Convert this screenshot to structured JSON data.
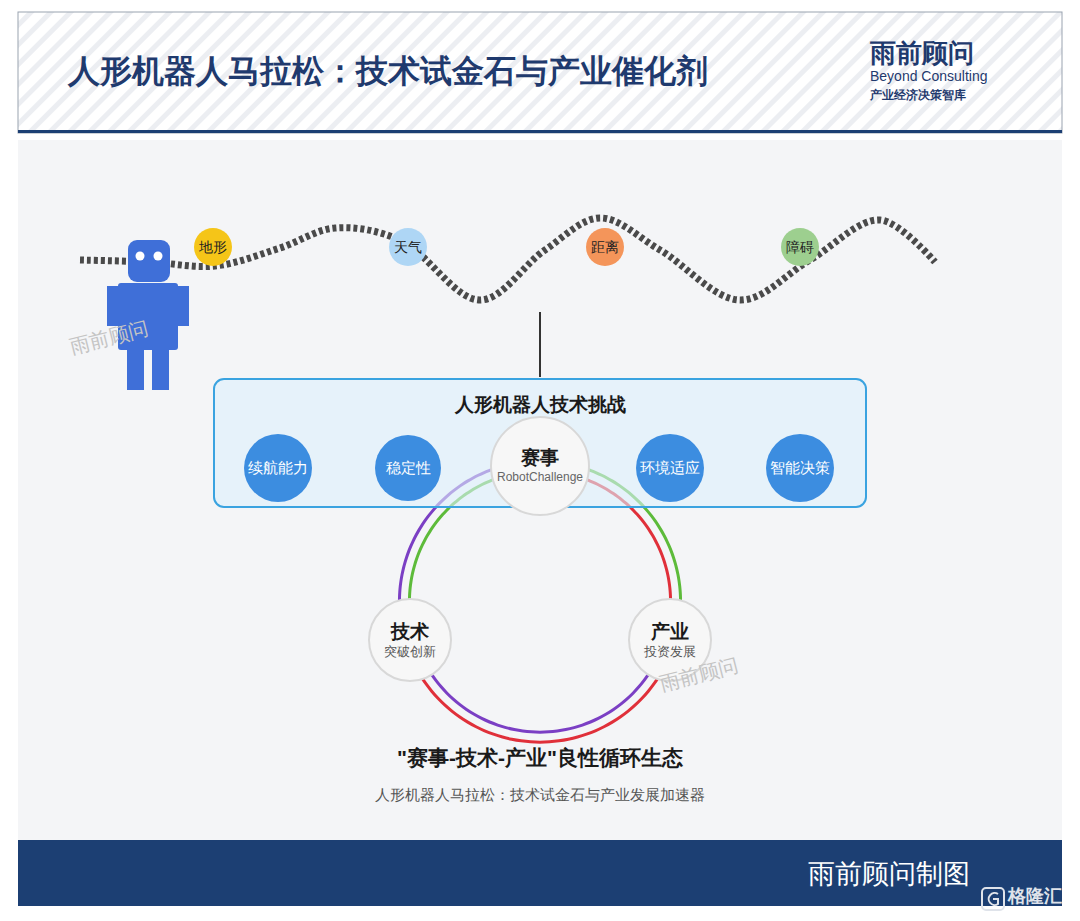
{
  "diagram": {
    "title": "人形机器人马拉松：技术试金石与产业催化剂",
    "caption": "\"赛事-技术-产业\"良性循环生态",
    "nodes": [
      {
        "text": [
          "地形"
        ]
      },
      {
        "text": [
          "天气"
        ]
      },
      {
        "text": [
          "距离"
        ]
      },
      {
        "text": [
          "障碍"
        ]
      },
      {
        "text": [
          "人形机器人技术挑战"
        ]
      },
      {
        "text": [
          "续航能力"
        ],
        "in": 4
      },
      {
        "text": [
          "稳定性"
        ],
        "in": 4
      },
      {
        "text": [
          "环境适应"
        ],
        "in": 4
      },
      {
        "text": [
          "智能决策"
        ],
        "in": 4
      },
      {
        "text": [
          "赛事",
          "RobotChallenge"
        ]
      },
      {
        "text": [
          "技术",
          "突破创新"
        ]
      },
      {
        "text": [
          "产业",
          "投资发展"
        ]
      }
    ],
    "edges": [
      {
        "from": 9,
        "to": 10,
        "arrow": "none"
      },
      {
        "from": 10,
        "to": 11,
        "arrow": "none"
      },
      {
        "from": 11,
        "to": 9,
        "arrow": "none"
      }
    ],
    "labels": [
      "雨前顾问",
      "Beyond Consulting",
      "产业经济决策智库",
      "雨前顾问",
      "雨前顾问",
      "人形机器人马拉松：技术试金石与产业发展加速器",
      "雨前顾问制图",
      "格隆汇"
    ]
  }
}
